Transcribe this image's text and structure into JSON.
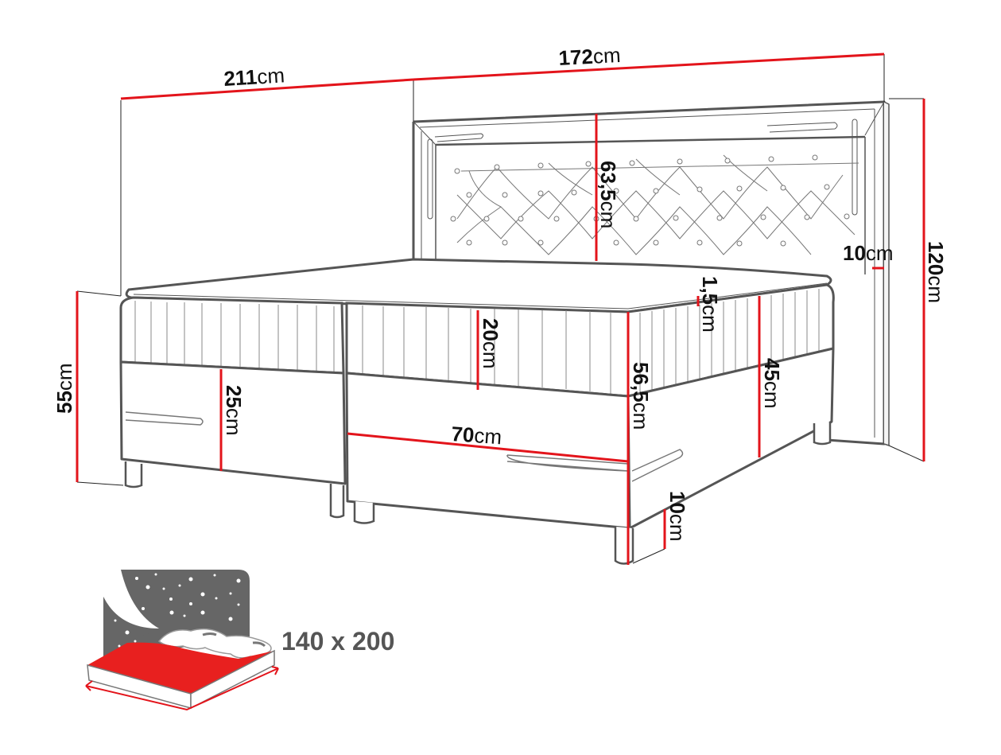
{
  "diagram": {
    "type": "product-dimension-drawing",
    "subject": "boxspring bed with tufted headboard",
    "colors": {
      "dimension_line": "#e3141b",
      "outline": "#555555",
      "text": "#111111",
      "icon_gray": "#666666",
      "icon_red": "#e8201f",
      "background": "#ffffff"
    },
    "dimensions": {
      "total_length": {
        "value": "211",
        "unit": "cm"
      },
      "total_width": {
        "value": "172",
        "unit": "cm"
      },
      "headboard_panel_height": {
        "value": "63,5",
        "unit": "cm"
      },
      "headboard_frame_thickness": {
        "value": "10",
        "unit": "cm"
      },
      "headboard_total_height": {
        "value": "120",
        "unit": "cm"
      },
      "topper_height": {
        "value": "1,5",
        "unit": "cm"
      },
      "mattress_height": {
        "value": "20",
        "unit": "cm"
      },
      "sleeping_height": {
        "value": "56,5",
        "unit": "cm"
      },
      "box_height": {
        "value": "45",
        "unit": "cm"
      },
      "footend_height": {
        "value": "55",
        "unit": "cm"
      },
      "base_height": {
        "value": "25",
        "unit": "cm"
      },
      "storage_drawer_width": {
        "value": "70",
        "unit": "cm"
      },
      "leg_height": {
        "value": "10",
        "unit": "cm"
      }
    },
    "mattress_size_badge": {
      "icon": "bed-night-icon",
      "label": "140 x 200"
    }
  }
}
